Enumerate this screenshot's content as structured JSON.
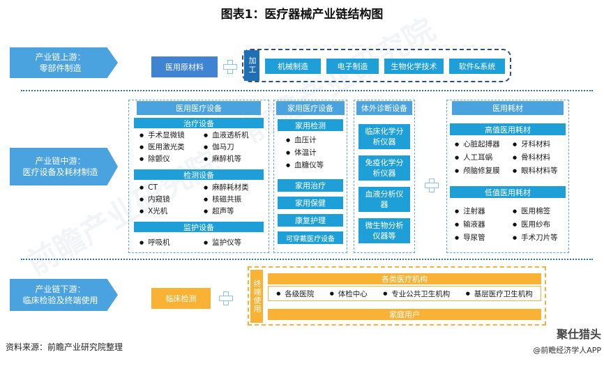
{
  "title": "图表1：医疗器械产业链结构图",
  "watermark": "前瞻产业研究院",
  "stages": {
    "upstream": "产业链上游：\n零部件制造",
    "midstream": "产业链中游：\n医疗设备及耗材制造",
    "downstream": "产业链下游：\n临床检验及终端使用"
  },
  "upstream": {
    "raw": "医用原材料",
    "process": "加工",
    "items": [
      "机械制造",
      "电子制造",
      "生物化学技术",
      "软件&系统"
    ]
  },
  "medical_equipment": {
    "header": "医用医疗设备",
    "treatment": {
      "label": "治疗设备",
      "items": [
        "手术显微镜",
        "血液透析机",
        "医用激光类",
        "伽马刀",
        "除颤仪",
        "麻醉机等"
      ]
    },
    "testing": {
      "label": "检测设备",
      "items": [
        "CT",
        "麻醉耗材类",
        "内窥镜",
        "核磁共振",
        "X光机",
        "超声等"
      ]
    },
    "monitoring": {
      "label": "监护设备",
      "items": [
        "呼吸机",
        "监护仪等"
      ]
    }
  },
  "home_equipment": {
    "header": "家用医疗设备",
    "testing": {
      "label": "家用检测",
      "items": [
        "血压计",
        "体温计",
        "血糖仪等"
      ]
    },
    "others": [
      "家用治疗",
      "家用保健",
      "康复护理",
      "可穿戴医疗设备"
    ]
  },
  "ivd": {
    "header": "体外诊断设备",
    "items": [
      "临床化学分\n析仪器",
      "免疫化学分\n析仪器",
      "血液分析仪\n器",
      "微生物分析\n仪器等"
    ]
  },
  "consumables": {
    "header": "医用耗材",
    "high": {
      "label": "高值医用耗材",
      "items": [
        "心脏起搏器",
        "牙科材料",
        "人工耳蜗",
        "骨科材料",
        "颅脑修复膜",
        "眼科材料等"
      ]
    },
    "low": {
      "label": "低值医用耗材",
      "items": [
        "注射器",
        "医用棉签",
        "输液器",
        "医用纱布",
        "导尿管",
        "手术刀片等"
      ]
    }
  },
  "downstream": {
    "clinical": "临床检测",
    "terminal": "终端使用",
    "institutions": "各类医疗机构",
    "inst_items": [
      "各级医院",
      "体检中心",
      "专业公共卫生机构",
      "基层医疗卫生机构"
    ],
    "home": "家庭用户"
  },
  "source": "资料来源：前瞻产业研究院整理",
  "logo": {
    "line1": "聚仕猎头",
    "line2": "@前瞻经济学人APP"
  },
  "colors": {
    "stage": "#4aa3df",
    "accent": "#1e9fd8",
    "dark": "#1f6fb2",
    "orange": "#f9b233",
    "dash": "#2e4f86"
  }
}
